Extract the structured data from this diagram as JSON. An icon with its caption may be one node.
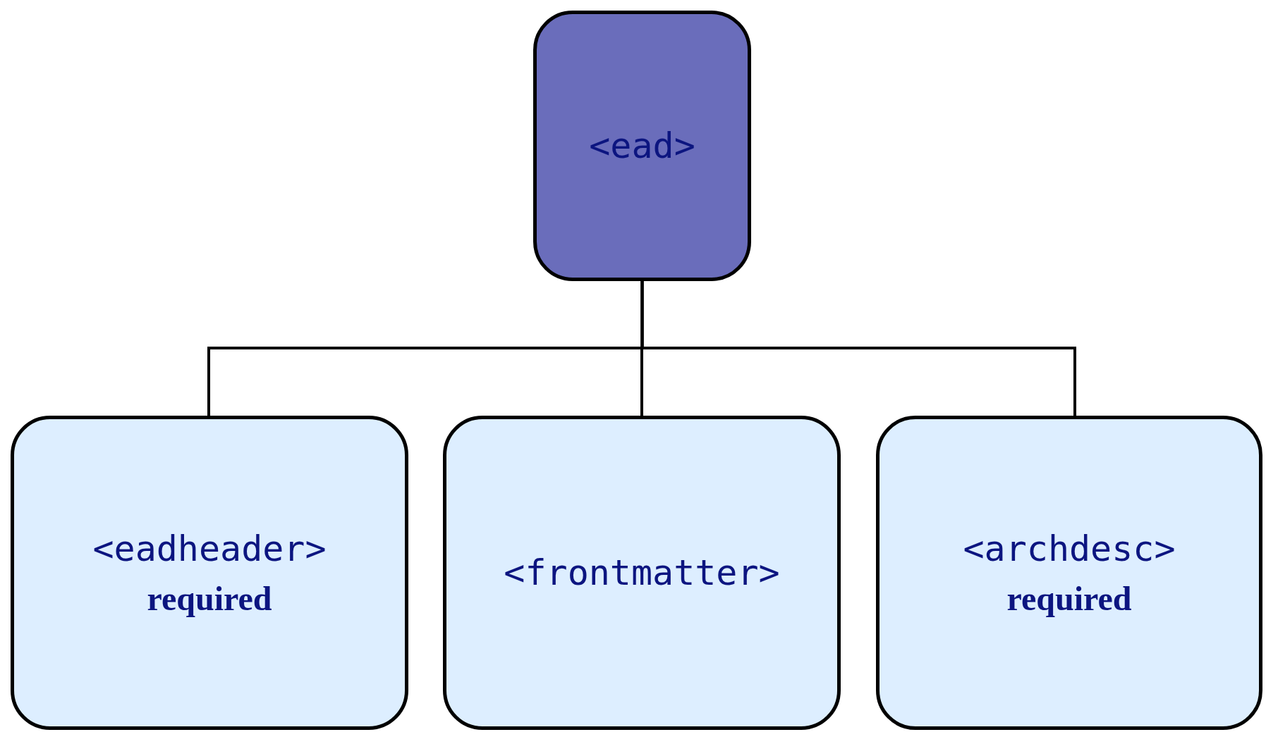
{
  "diagram": {
    "nodes": [
      {
        "text": [
          "<ead>"
        ]
      },
      {
        "text": [
          "<eadheader>",
          "required"
        ]
      },
      {
        "text": [
          "<frontmatter>"
        ]
      },
      {
        "text": [
          "<archdesc>",
          "required"
        ]
      }
    ],
    "edges": [
      {
        "from": 0,
        "to": 1,
        "arrow": "none"
      },
      {
        "from": 0,
        "to": 2,
        "arrow": "none"
      },
      {
        "from": 0,
        "to": 3,
        "arrow": "none"
      }
    ]
  }
}
